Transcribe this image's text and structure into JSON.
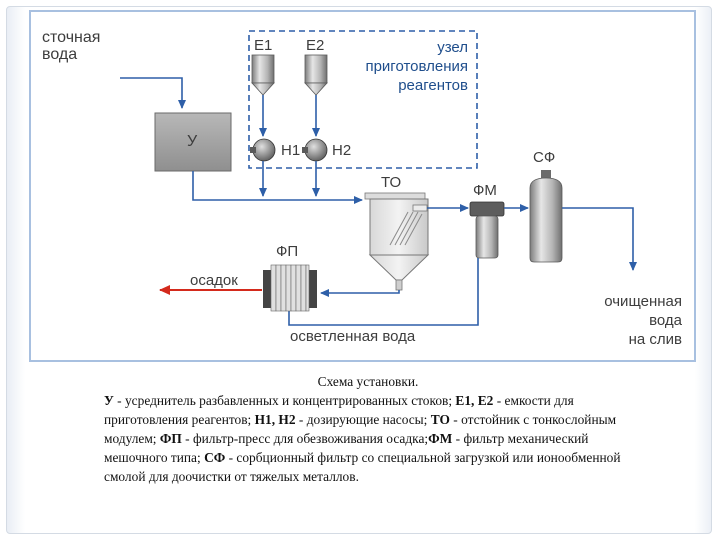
{
  "labels": {
    "source_water": "сточная\nвода",
    "e1": "Е1",
    "e2": "Е2",
    "reagent_unit": "узел\nприготовления\nреагентов",
    "u": "У",
    "n1": "Н1",
    "n2": "Н2",
    "to": "ТО",
    "fm": "ФМ",
    "sf": "СФ",
    "fp": "ФП",
    "sediment": "осадок",
    "clarified_water": "осветленная вода",
    "purified_water": "очищенная\nвода\nна слив"
  },
  "caption": {
    "title": "Схема установки.",
    "parts": [
      {
        "b": "У",
        "t": " - усреднитель разбавленных и концентрированных стоков; "
      },
      {
        "b": "Е1, Е2",
        "t": " - емкости для приготовления реагентов; "
      },
      {
        "b": "Н1, Н2",
        "t": " - дозирующие насосы; "
      },
      {
        "b": "ТО",
        "t": " - отстойник с тонкослойным модулем; "
      },
      {
        "b": "ФП",
        "t": " - фильтр-пресс для обезвоживания осадка;"
      },
      {
        "b": "ФМ",
        "t": " - фильтр механический мешочного типа; "
      },
      {
        "b": "СФ",
        "t": " - сорбционный фильтр со специальной загрузкой или ионообменной смолой для доочистки от тяжелых металлов."
      }
    ]
  },
  "colors": {
    "flow_line": "#2e5fa8",
    "sediment_arrow": "#d42a1c",
    "frame": "#a8c0e0",
    "dashed_box": "#2e5fa8",
    "equipment": "#9a9a9a"
  }
}
